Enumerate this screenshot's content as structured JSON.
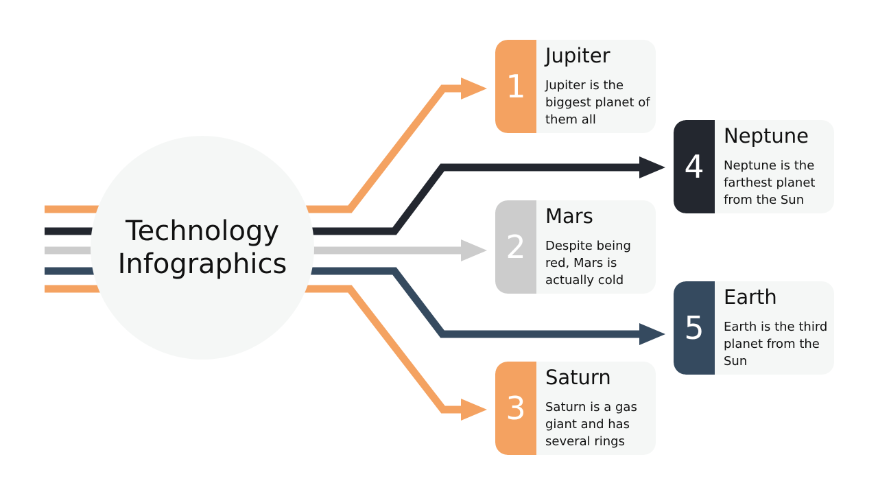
{
  "colors": {
    "orange": "#f4a261",
    "dark": "#23272f",
    "gray": "#cccccc",
    "slate": "#354a5f",
    "panel": "#f5f7f6"
  },
  "hub": {
    "line1": "Technology",
    "line2": "Infographics"
  },
  "items": [
    {
      "number": "1",
      "title": "Jupiter",
      "description": "Jupiter is the biggest planet of them all",
      "color": "#f4a261"
    },
    {
      "number": "2",
      "title": "Mars",
      "description": "Despite being red, Mars is actually cold",
      "color": "#cccccc"
    },
    {
      "number": "3",
      "title": "Saturn",
      "description": "Saturn is a gas giant and has several rings",
      "color": "#f4a261"
    },
    {
      "number": "4",
      "title": "Neptune",
      "description": "Neptune is the farthest planet from the Sun",
      "color": "#23272f"
    },
    {
      "number": "5",
      "title": "Earth",
      "description": "Earth is the third planet from the Sun",
      "color": "#354a5f"
    }
  ]
}
